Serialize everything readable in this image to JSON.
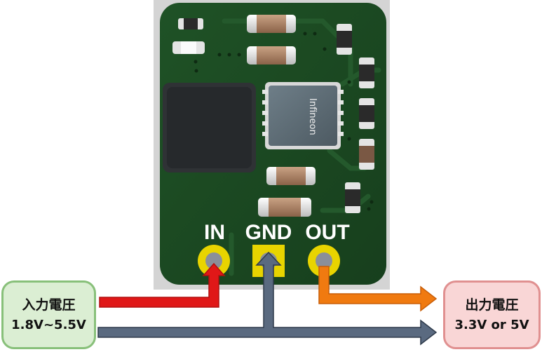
{
  "pcb": {
    "chip_brand": "Infineon",
    "pin_labels": {
      "in": "IN",
      "gnd": "GND",
      "out": "OUT"
    }
  },
  "input_box": {
    "title": "入力電圧",
    "range": "1.8V~5.5V"
  },
  "output_box": {
    "title": "出力電圧",
    "range": "3.3V or 5V"
  },
  "colors": {
    "board": "#1d4a24",
    "pad_ring": "#e8d400",
    "input_arrow": "#e01818",
    "output_arrow": "#f07a10",
    "ground_arrow": "#5a6a80"
  }
}
